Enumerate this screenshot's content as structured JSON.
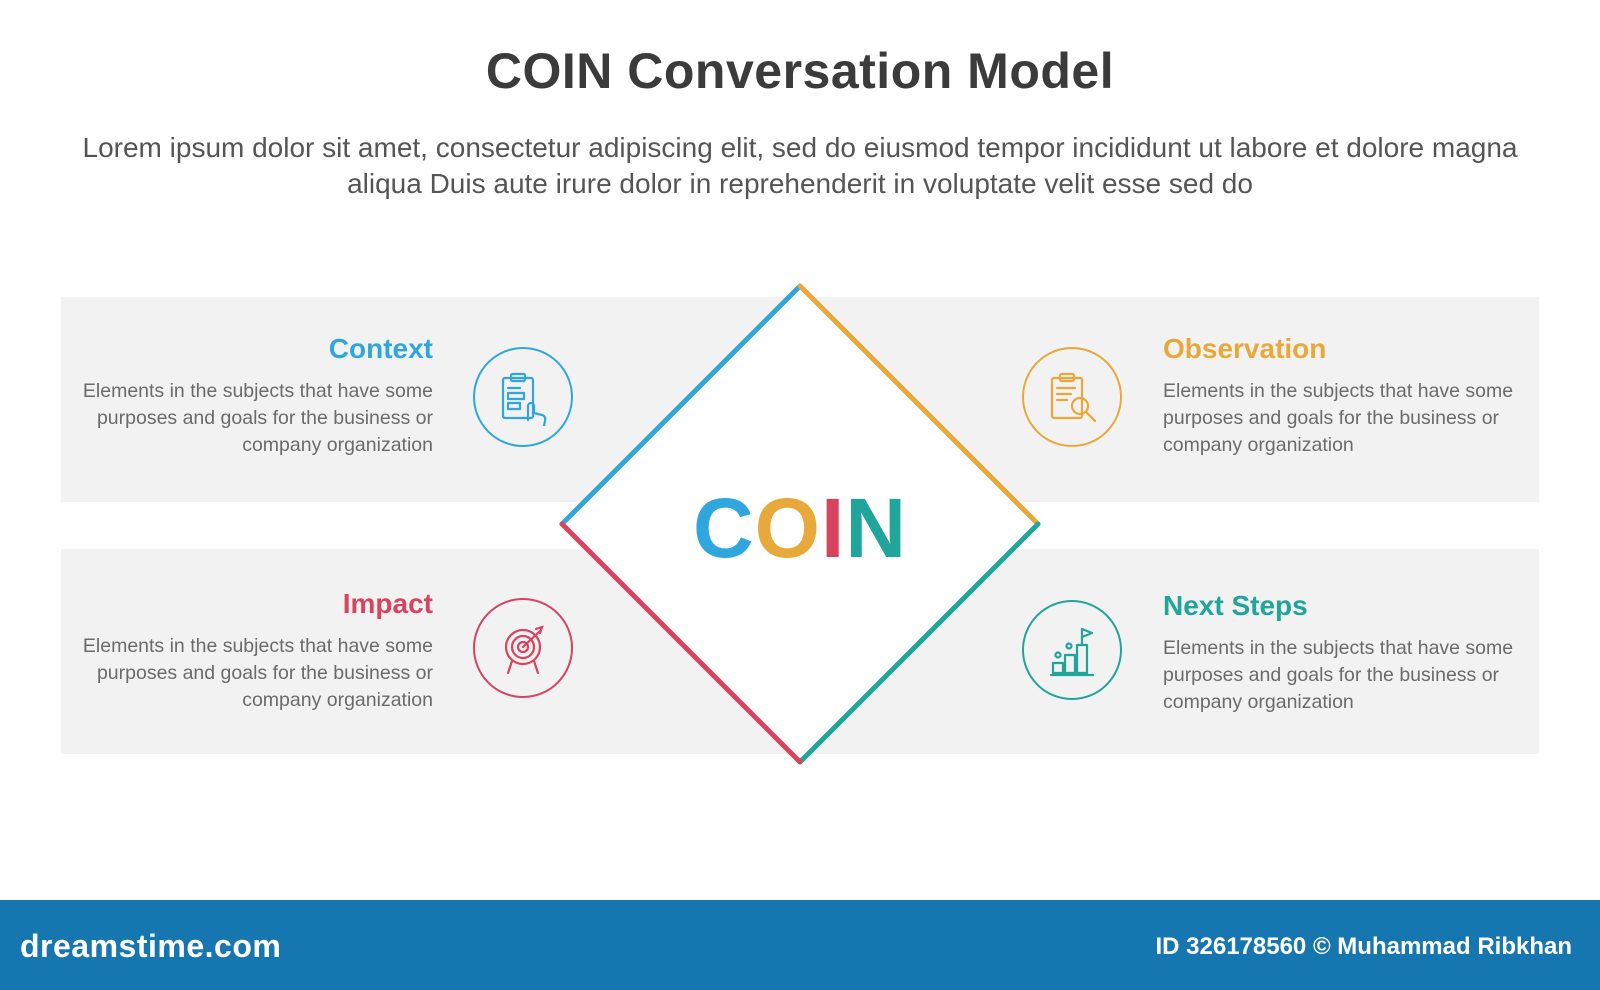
{
  "header": {
    "title": "COIN Conversation Model",
    "subtitle": "Lorem ipsum dolor sit amet, consectetur adipiscing elit, sed do eiusmod tempor incididunt ut labore et dolore magna aliqua Duis aute irure dolor in reprehenderit in voluptate velit esse sed do"
  },
  "center": {
    "letters": [
      {
        "char": "C",
        "color": "#2fa7de"
      },
      {
        "char": "O",
        "color": "#e9a83a"
      },
      {
        "char": "I",
        "color": "#d8435f"
      },
      {
        "char": "N",
        "color": "#20a59a"
      }
    ]
  },
  "sections": {
    "context": {
      "heading": "Context",
      "description": "Elements in the subjects that have some purposes and goals for the business or company organization",
      "color": "#2fa7de",
      "icon": "clipboard-hand-icon"
    },
    "observation": {
      "heading": "Observation",
      "description": "Elements in the subjects that have some purposes and goals for the business or company organization",
      "color": "#e9a83a",
      "icon": "clipboard-search-icon"
    },
    "impact": {
      "heading": "Impact",
      "description": "Elements in the subjects that have some purposes and goals for the business or company organization",
      "color": "#d8435f",
      "icon": "target-icon"
    },
    "next_steps": {
      "heading": "Next Steps",
      "description": "Elements in the subjects that have some purposes and goals for the business or company organization",
      "color": "#20a59a",
      "icon": "bar-flag-icon"
    }
  },
  "footer": {
    "brand": "dreamstime.com",
    "credit": "ID 326178560 © Muhammad Ribkhan",
    "color": "#1677b0"
  }
}
